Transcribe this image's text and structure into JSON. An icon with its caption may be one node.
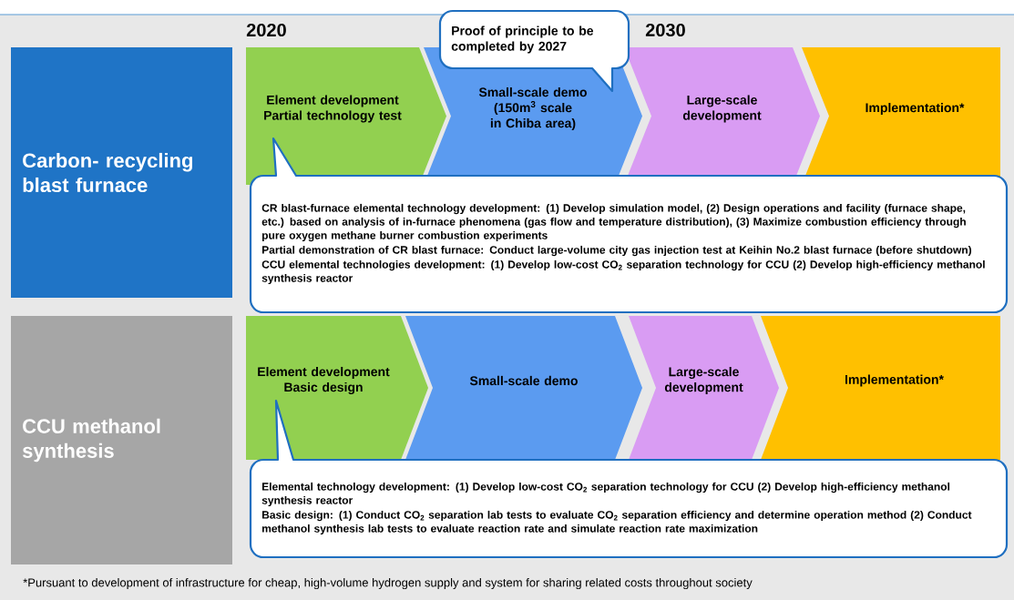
{
  "diagram": {
    "nodes": [
      {
        "text": [
          "Carbon- recycling blast furnace"
        ]
      },
      {
        "text": [
          "Element development Partial technology test"
        ]
      },
      {
        "text": [
          "Small-scale demo (150m$^{3}$ scale in Chiba area)"
        ]
      },
      {
        "text": [
          "Large-scale development"
        ]
      },
      {
        "text": [
          "Implementation*"
        ]
      },
      {
        "text": [
          "Proof of principle to be completed by 2027"
        ]
      },
      {
        "text": [
          "CR blast-furnace elemental technology development: (1) Develop simulation model, (2) Design operations and facility (furnace shape, etc.) based on analysis of in-furnace phenomena (gas flow and temperature distribution), (3) Maximize combustion efficiency through pure oxygen methane burner combustion experiments",
          "Partial demonstration of CR blast furnace: Conduct large-volume city gas injection test at Keihin No.2 blast furnace (before shutdown)",
          "CCU elemental technologies development: (1) Develop low-cost CO$_{2}$ separation technology for CCU (2) Develop high-efficiency methanol synthesis reactor"
        ]
      },
      {
        "text": [
          "CCU methanol synthesis"
        ]
      },
      {
        "text": [
          "Element development Basic design"
        ]
      },
      {
        "text": [
          "Small-scale demo"
        ]
      },
      {
        "text": [
          "Large-scale development"
        ]
      },
      {
        "text": [
          "Implementation*"
        ]
      },
      {
        "text": [
          "Elemental technology development: (1) Develop low-cost CO$_{2}$ separation technology for CCU (2) Develop high-efficiency methanol synthesis reactor",
          "Basic design: (1) Conduct CO$_{2}$ separation lab tests to evaluate CO$_{2}$ separation efficiency and determine operation method (2) Conduct methanol synthesis lab tests to evaluate reaction rate and simulate reaction rate maximization"
        ]
      }
    ],
    "labels": [
      "2020",
      "2030",
      "*Pursuant to development of infrastructure for cheap, high-volume hydrogen supply and system for sharing related costs throughout society"
    ]
  }
}
